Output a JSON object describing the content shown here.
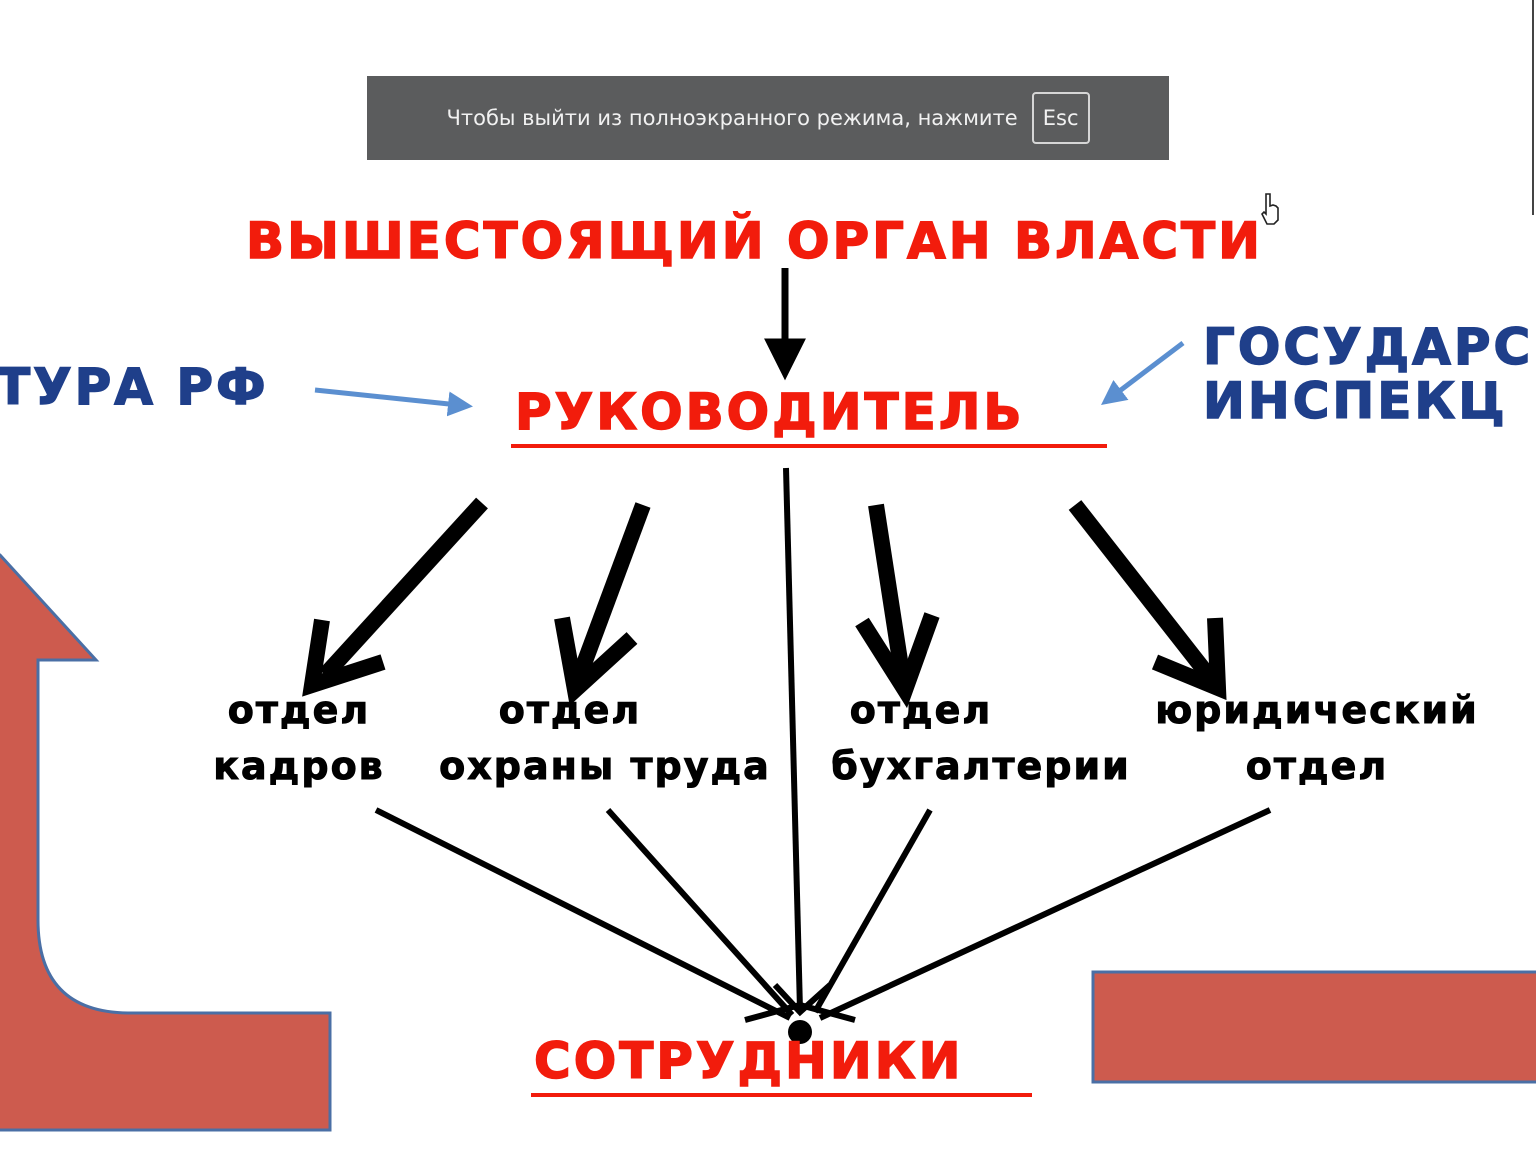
{
  "notice": {
    "text": "Чтобы выйти из полноэкранного режима, нажмите",
    "key": "Esc"
  },
  "top_authority": "ВЫШЕСТОЯЩИЙ ОРГАН ВЛАСТИ",
  "manager": "РУКОВОДИТЕЛЬ",
  "employees": "СОТРУДНИКИ",
  "left_cropped": "ТУРА РФ",
  "right_cropped": {
    "line1": "ГОСУДАРС",
    "line2": "ИНСПЕКЦ"
  },
  "departments": [
    {
      "line1": "отдел",
      "line2": "кадров"
    },
    {
      "line1": "отдел",
      "line2": "охраны труда"
    },
    {
      "line1": "отдел",
      "line2": "бухгалтерии"
    },
    {
      "line1": "юридический",
      "line2": "отдел"
    }
  ],
  "colors": {
    "title_red": "#f21c0c",
    "side_blue": "#1f3f8a",
    "pointer_blue": "#5b8fd0",
    "big_arrow_fill": "#cd5b4e",
    "big_arrow_stroke": "#4a6fa5",
    "notice_bg": "#5b5c5d"
  },
  "icons": {
    "cursor": "hand-pointer-icon"
  }
}
